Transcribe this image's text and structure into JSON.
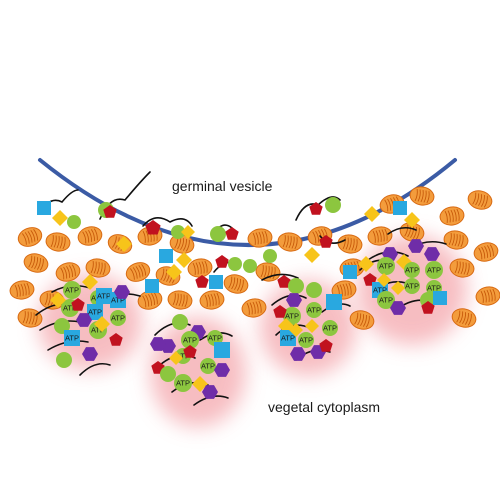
{
  "labels": {
    "top": "germinal vesicle",
    "bottom": "vegetal cytoplasm",
    "atp": "ATP"
  },
  "colors": {
    "membrane": "#3b5ba5",
    "mitochondrion_fill": "#f39c3c",
    "mitochondrion_stroke": "#d86a12",
    "green_protein": "#8cc63f",
    "blue_protein": "#29a8e0",
    "yellow_protein": "#f7c41a",
    "red_protein": "#c1121f",
    "purple_protein": "#6f2da8",
    "granule_glow": "#f4a7ad",
    "rna_strand": "#111111"
  },
  "icons": [
    "mitochondrion-icon",
    "atp-green-circle-icon",
    "atp-blue-square-icon",
    "yellow-diamond-icon",
    "red-pentagon-icon",
    "purple-hexagon-icon",
    "rna-strand-icon"
  ]
}
